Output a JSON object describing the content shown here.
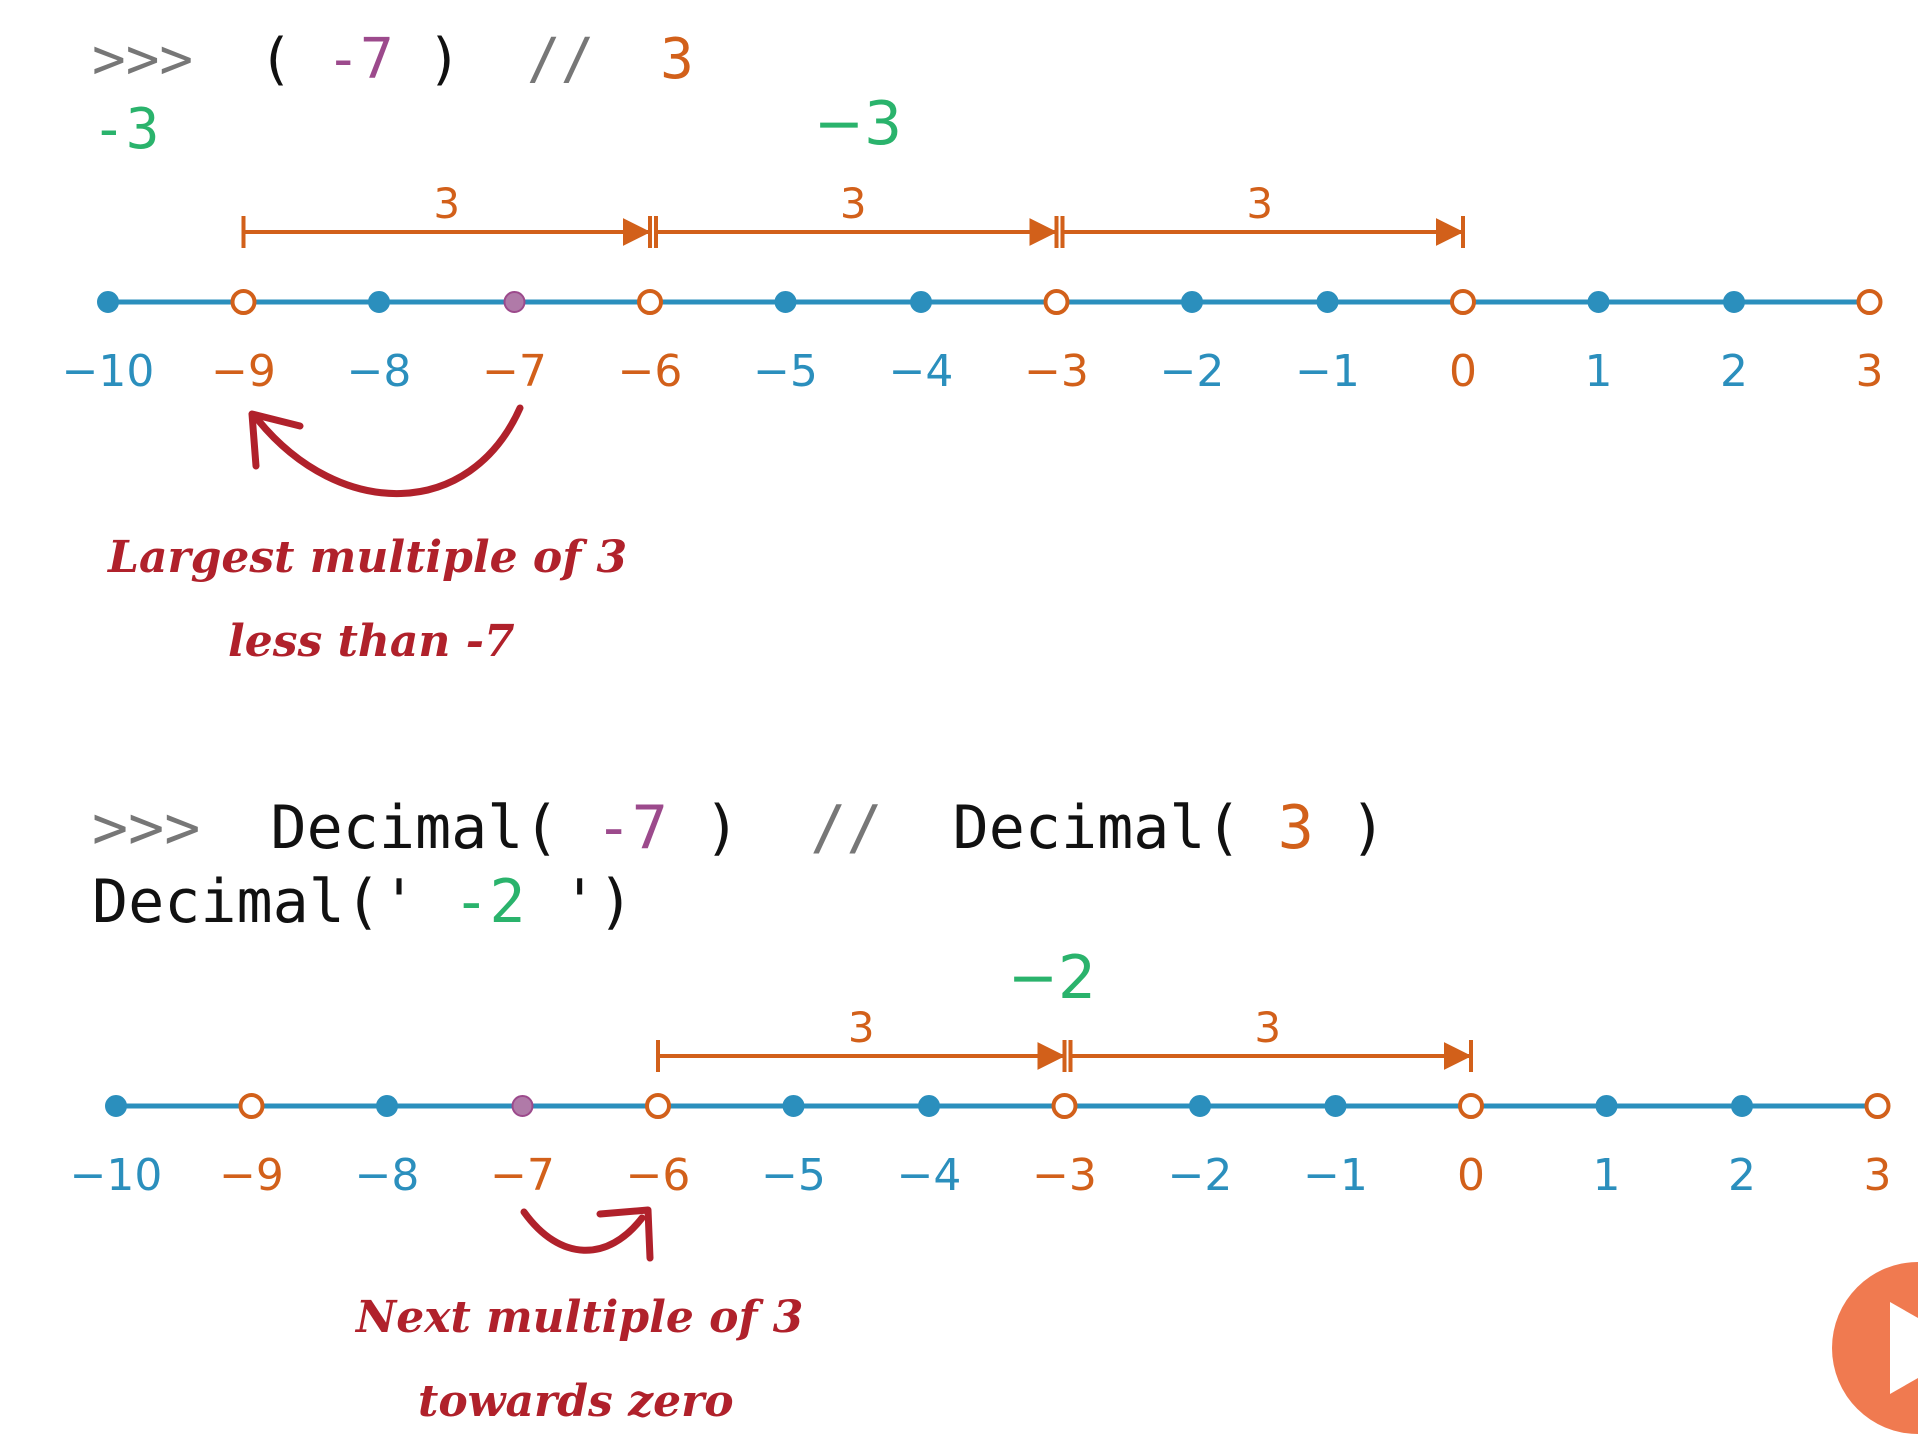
{
  "colors": {
    "prompt": "#777777",
    "code": "#111111",
    "magenta": "#9c4a8c",
    "orange": "#d2601a",
    "green": "#2ab36c",
    "blue": "#2b8fbd",
    "annotation": "#b0212b",
    "play_button": "#f07a50"
  },
  "ticks": [
    "−10",
    "−9",
    "−8",
    "−7",
    "−6",
    "−5",
    "−4",
    "−3",
    "−2",
    "−1",
    "0",
    "1",
    "2",
    "3"
  ],
  "open_multiples": [
    "−9",
    "−6",
    "−3",
    "0",
    "3"
  ],
  "dividend_tick": "−7",
  "top": {
    "code": {
      "prompt": ">>>",
      "open_paren": "(",
      "dividend": "-7",
      "close_paren": ")",
      "operator": "//",
      "divisor": "3"
    },
    "output": "-3",
    "result_label": "−3",
    "steps": [
      {
        "label": "3",
        "from": "−9",
        "to": "−6"
      },
      {
        "label": "3",
        "from": "−6",
        "to": "−3"
      },
      {
        "label": "3",
        "from": "−3",
        "to": "0"
      }
    ],
    "annotation": {
      "line1": "Largest multiple of 3",
      "line2": "less than -7"
    }
  },
  "bottom": {
    "code": {
      "prompt": ">>>",
      "func_open": "Decimal(",
      "dividend": "-7",
      "close_paren": ")",
      "operator": "//",
      "func_open2": "Decimal(",
      "divisor": "3",
      "close_paren2": ")"
    },
    "output": {
      "func_open": "Decimal('",
      "value": "-2",
      "func_close": "')"
    },
    "result_label": "−2",
    "steps": [
      {
        "label": "3",
        "from": "−6",
        "to": "−3"
      },
      {
        "label": "3",
        "from": "−3",
        "to": "0"
      }
    ],
    "annotation": {
      "line1": "Next multiple of 3",
      "line2": "towards zero"
    }
  }
}
